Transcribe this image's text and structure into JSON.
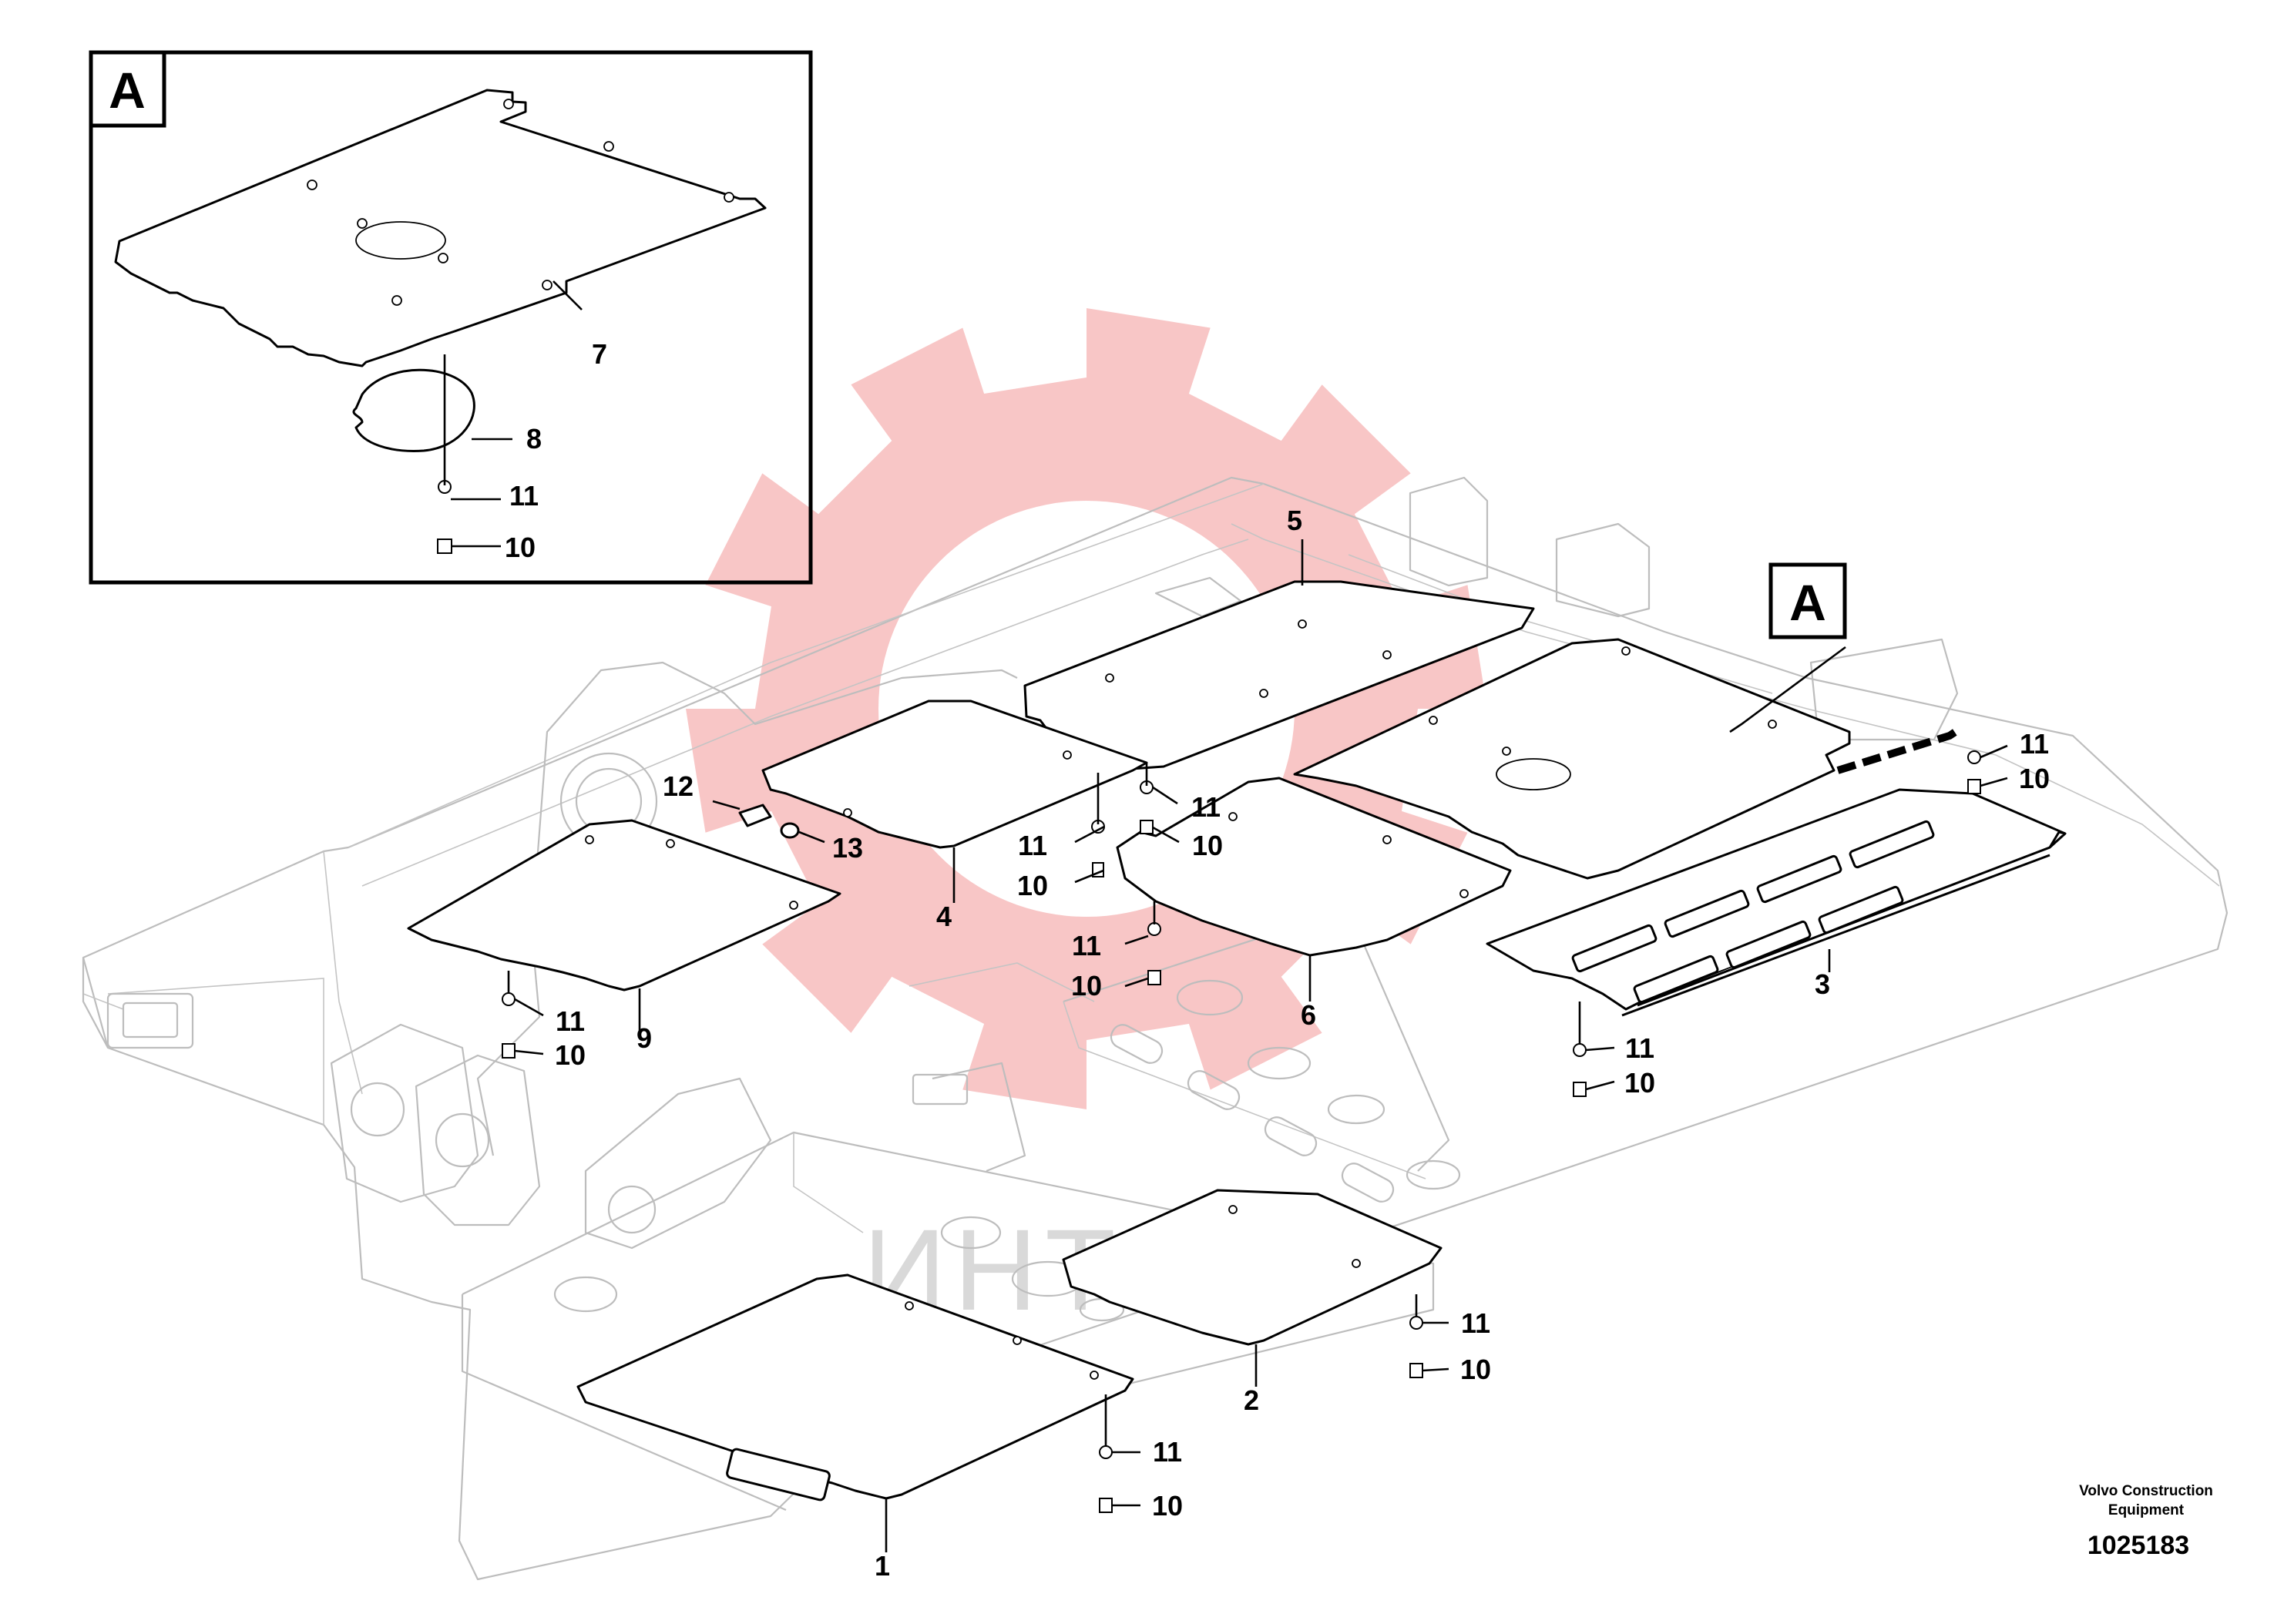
{
  "detail_view": {
    "label": "A"
  },
  "main_view": {
    "label": "A"
  },
  "callouts": [
    {
      "id": "c1",
      "text": "1"
    },
    {
      "id": "c2",
      "text": "2"
    },
    {
      "id": "c3",
      "text": "3"
    },
    {
      "id": "c4",
      "text": "4"
    },
    {
      "id": "c5",
      "text": "5"
    },
    {
      "id": "c6",
      "text": "6"
    },
    {
      "id": "c7",
      "text": "7"
    },
    {
      "id": "c8",
      "text": "8"
    },
    {
      "id": "c9",
      "text": "9"
    },
    {
      "id": "c10",
      "text": "10"
    },
    {
      "id": "c11",
      "text": "11"
    },
    {
      "id": "c12",
      "text": "12"
    },
    {
      "id": "c13",
      "text": "13"
    }
  ],
  "footer": {
    "maker_line1": "Volvo Construction",
    "maker_line2": "Equipment",
    "figure_number": "1025183"
  },
  "watermark": {
    "text": "ИНТЕХ",
    "gear_color": "#f7bcbc",
    "text_color": "#d9d9d9"
  },
  "colors": {
    "line": "#000000",
    "frame": "#bdbdbd",
    "background": "#ffffff"
  }
}
